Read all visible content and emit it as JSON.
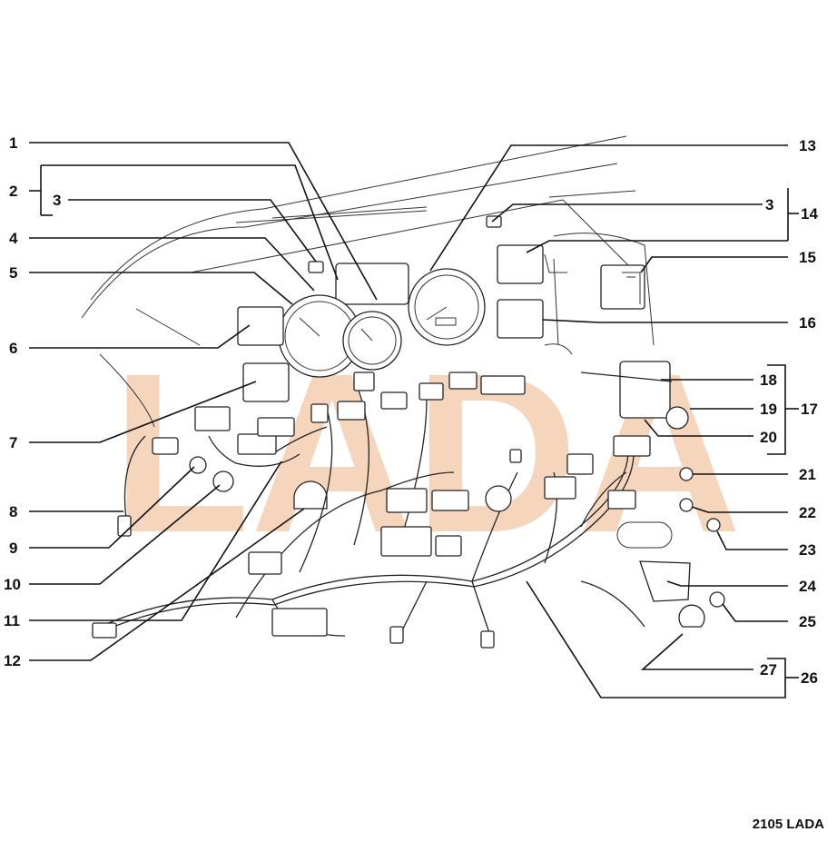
{
  "caption": "2105 LADA",
  "watermark": "LADA",
  "colors": {
    "watermark": "#f3c7a8",
    "ink": "#111111"
  },
  "callouts": {
    "n1": "1",
    "n2": "2",
    "n3a": "3",
    "n4": "4",
    "n5": "5",
    "n6": "6",
    "n7": "7",
    "n8": "8",
    "n9": "9",
    "n10": "10",
    "n11": "11",
    "n12": "12",
    "n13": "13",
    "n3b": "3",
    "n14": "14",
    "n15": "15",
    "n16": "16",
    "n18": "18",
    "n19": "19",
    "n17": "17",
    "n20": "20",
    "n21": "21",
    "n22": "22",
    "n23": "23",
    "n24": "24",
    "n25": "25",
    "n27": "27",
    "n26": "26"
  }
}
